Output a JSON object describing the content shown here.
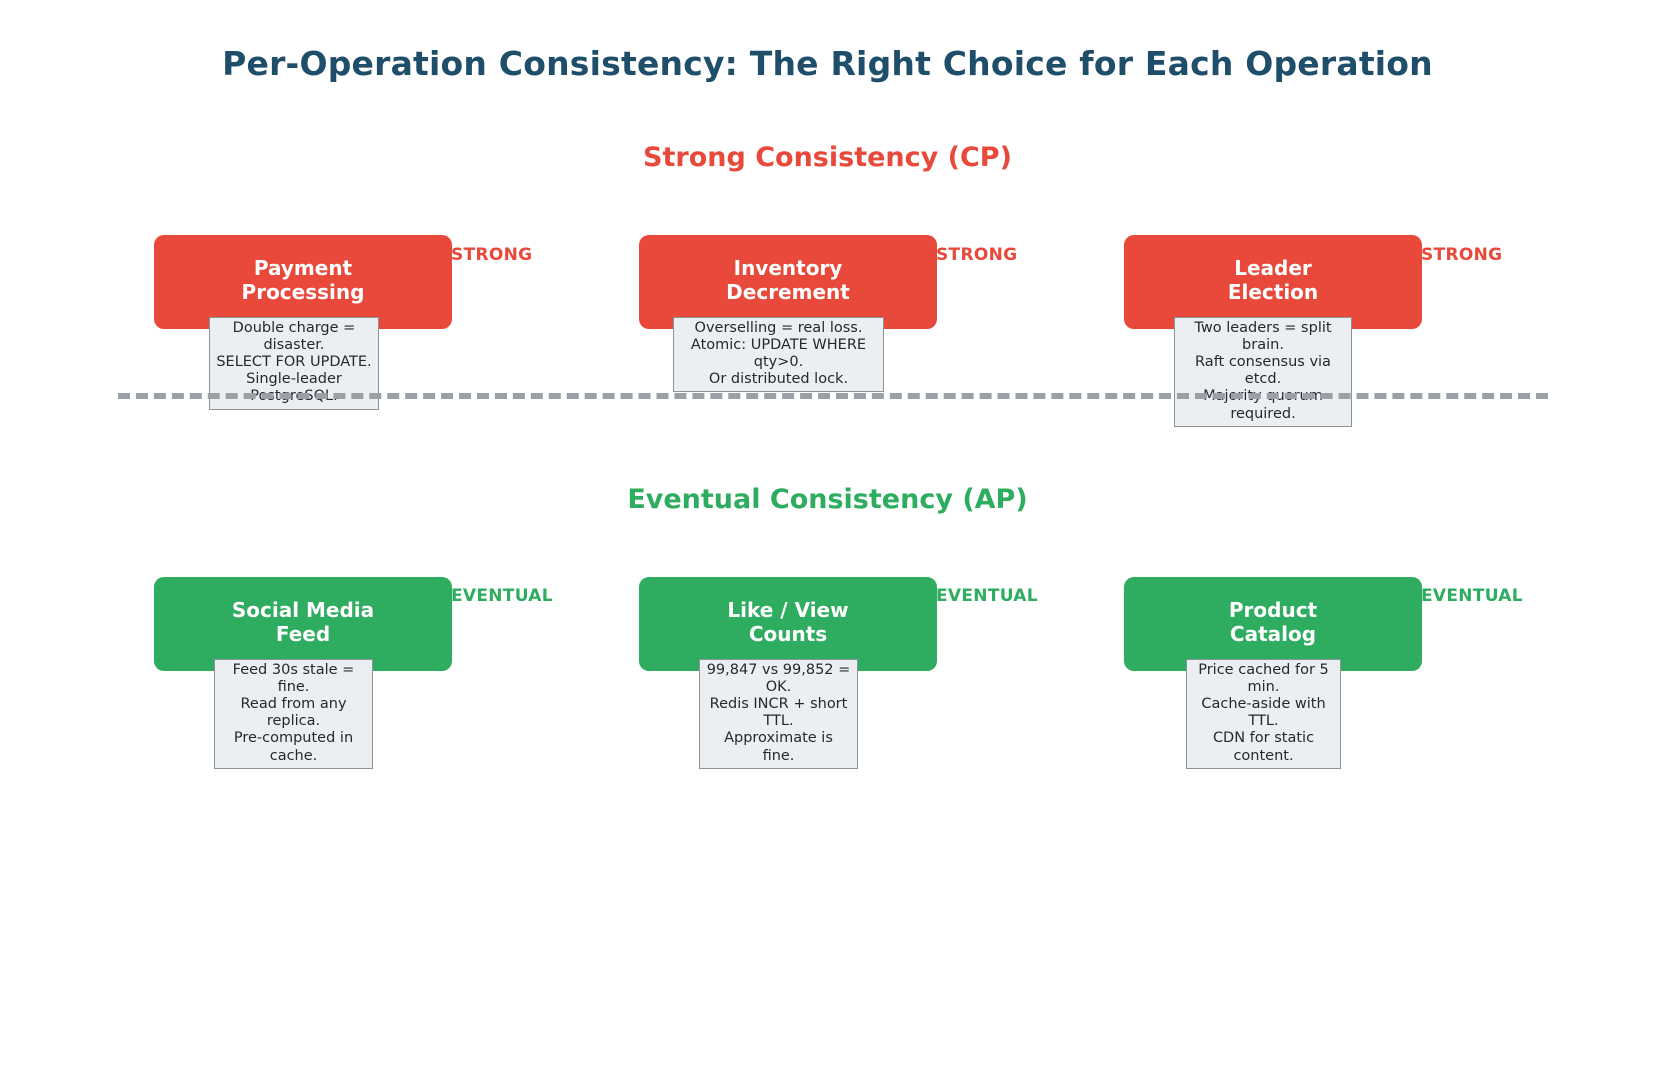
{
  "page": {
    "title": "Per-Operation Consistency: The Right Choice for Each Operation",
    "title_color": "#1f4e6b",
    "background": "#ffffff"
  },
  "sections": [
    {
      "id": "strong",
      "heading": "Strong Consistency (CP)",
      "color": "#e8493a",
      "badge_label": "STRONG",
      "cards": [
        {
          "title": "Payment\nProcessing",
          "tooltip": "Double charge = disaster.\nSELECT FOR UPDATE.\nSingle-leader PostgreSQL.",
          "badge": "STRONG"
        },
        {
          "title": "Inventory\nDecrement",
          "tooltip": "Overselling = real loss.\nAtomic: UPDATE WHERE qty>0.\nOr distributed lock.",
          "badge": "STRONG"
        },
        {
          "title": "Leader\nElection",
          "tooltip": "Two leaders = split brain.\nRaft consensus via etcd.\nMajority quorum required.",
          "badge": "STRONG"
        }
      ]
    },
    {
      "id": "eventual",
      "heading": "Eventual Consistency (AP)",
      "color": "#2eac5f",
      "badge_label": "EVENTUAL",
      "cards": [
        {
          "title": "Social Media\nFeed",
          "tooltip": "Feed 30s stale = fine.\nRead from any replica.\nPre-computed in cache.",
          "badge": "EVENTUAL"
        },
        {
          "title": "Like / View\nCounts",
          "tooltip": "99,847 vs 99,852 = OK.\nRedis INCR + short TTL.\nApproximate is fine.",
          "badge": "EVENTUAL"
        },
        {
          "title": "Product\nCatalog",
          "tooltip": "Price cached for 5 min.\nCache-aside with TTL.\nCDN for static content.",
          "badge": "EVENTUAL"
        }
      ]
    }
  ],
  "divider": {
    "style": "dashed",
    "color": "#9aa0a6"
  }
}
